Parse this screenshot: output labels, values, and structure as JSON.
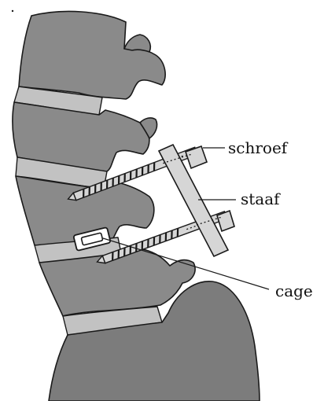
{
  "labels": {
    "screw": "schroef",
    "rod": "staaf",
    "cage": "cage"
  }
}
